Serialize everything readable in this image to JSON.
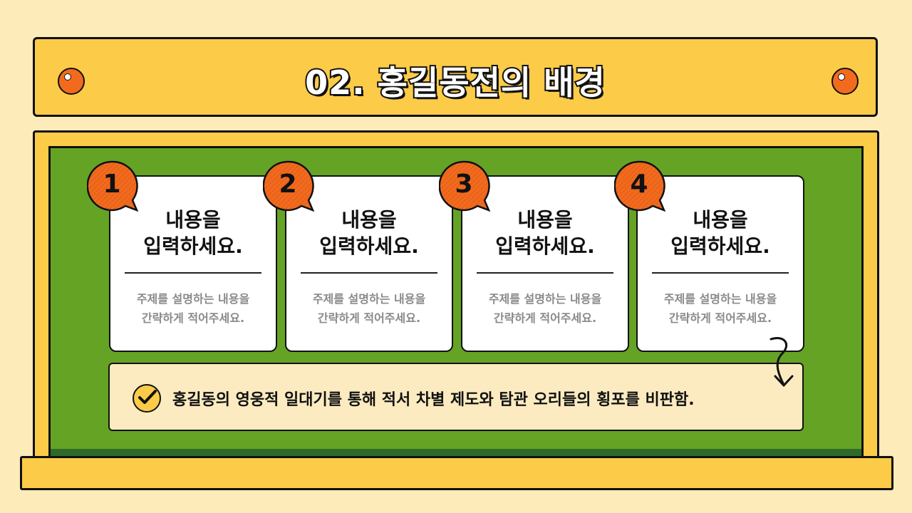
{
  "header": {
    "title": "02. 홍길동전의 배경"
  },
  "cards": [
    {
      "number": "1",
      "title": "내용을\n입력하세요.",
      "description": "주제를 설명하는 내용을\n간략하게 적어주세요."
    },
    {
      "number": "2",
      "title": "내용을\n입력하세요.",
      "description": "주제를 설명하는 내용을\n간략하게 적어주세요."
    },
    {
      "number": "3",
      "title": "내용을\n입력하세요.",
      "description": "주제를 설명하는 내용을\n간략하게 적어주세요."
    },
    {
      "number": "4",
      "title": "내용을\n입력하세요.",
      "description": "주제를 설명하는 내용을\n간략하게 적어주세요."
    }
  ],
  "summary": {
    "text": "홍길동의 영웅적 일대기를 통해 적서 차별 제도와 탐관 오리들의 횡포를 비판함."
  },
  "icons": {
    "pin": "pushpin-icon",
    "badge": "speech-bubble-badge-icon",
    "check": "check-circle-icon",
    "arrow": "curved-arrow-icon"
  },
  "colors": {
    "background": "#FDEBBA",
    "frame": "#FCCB48",
    "board": "#65A325",
    "badge": "#F26B1D",
    "card": "#FFFFFF",
    "summary": "#FCEBC0"
  }
}
